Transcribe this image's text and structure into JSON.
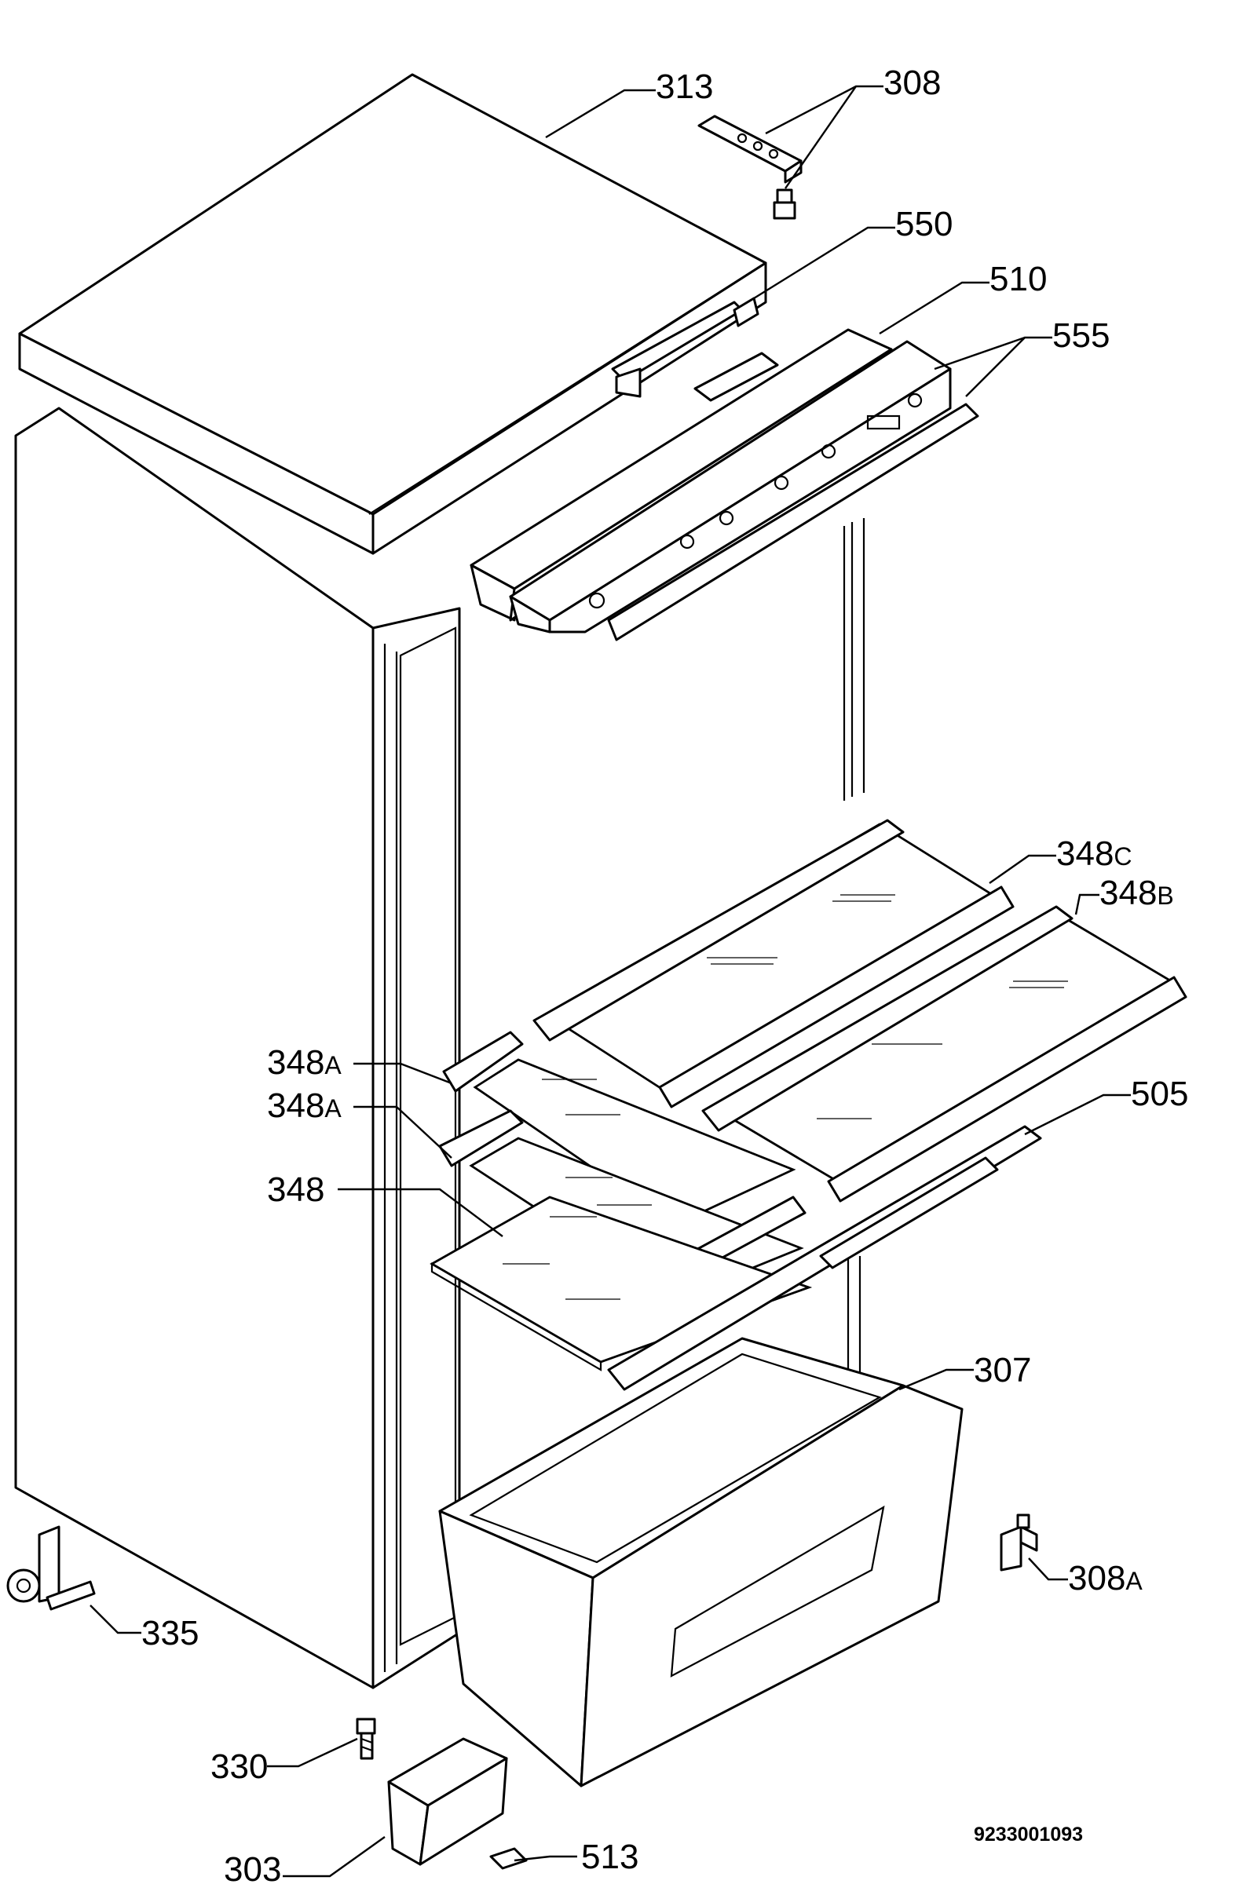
{
  "callouts": {
    "p313": "313",
    "p308": "308",
    "p550": "550",
    "p510": "510",
    "p555": "555",
    "p348C": "348",
    "p348C_suffix": "C",
    "p348B": "348",
    "p348B_suffix": "B",
    "p348A_1": "348",
    "p348A_1_suffix": "A",
    "p348A_2": "348",
    "p348A_2_suffix": "A",
    "p348": "348",
    "p505": "505",
    "p307": "307",
    "p308A": "308",
    "p308A_suffix": "A",
    "p335": "335",
    "p330": "330",
    "p513": "513",
    "p303": "303"
  },
  "drawing_code": "9233001093"
}
